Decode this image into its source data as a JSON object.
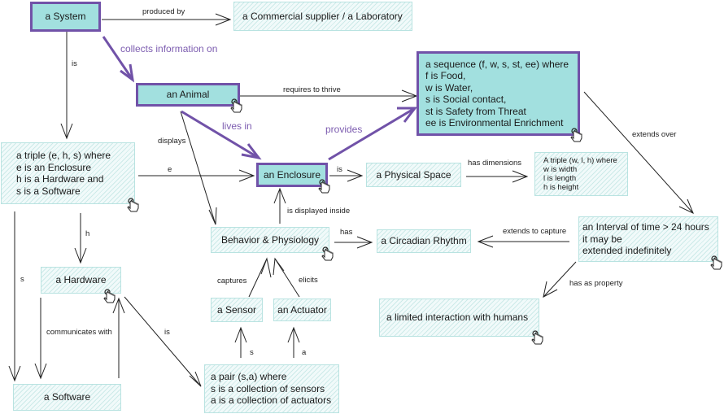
{
  "nodes": {
    "system": "a System",
    "supplier": "a Commercial supplier / a Laboratory",
    "animal": "an Animal",
    "sequence": "a sequence (f, w, s, st, ee) where\nf is Food,\nw is Water,\ns is Social contact,\nst is Safety from Threat\nee is Environmental Enrichment",
    "triple_ehs": "a triple (e, h, s) where\ne is an Enclosure\nh is a Hardware and\ns is a Software",
    "enclosure": "an Enclosure",
    "physical_space": "a Physical Space",
    "triple_wlh": "A triple (w, l, h) where\nw is width\nl is length\nh is height",
    "behavior": "Behavior & Physiology",
    "circadian": "a Circadian Rhythm",
    "interval": "an Interval of time > 24 hours\nit may be\nextended indefinitely",
    "hardware": "a Hardware",
    "sensor": "a Sensor",
    "actuator": "an Actuator",
    "limited": "a limited interaction with humans",
    "software": "a Software",
    "pair": "a pair (s,a) where\ns is a collection of sensors\na is a collection of actuators"
  },
  "edges": {
    "produced_by": "produced by",
    "collects_information_on": "collects information on",
    "system_is": "is",
    "requires_to_thrive": "requires to thrive",
    "lives_in": "lives in",
    "provides": "provides",
    "displays": "displays",
    "extends_over": "extends over",
    "e": "e",
    "enclosure_is": "is",
    "has_dimensions": "has dimensions",
    "is_displayed_inside": "is displayed inside",
    "h": "h",
    "has": "has",
    "extends_to_capture": "extends to capture",
    "s": "s",
    "captures": "captures",
    "elicits": "elicits",
    "has_as_property": "has as property",
    "communicates_with": "communicates with",
    "hardware_is": "is",
    "pair_s": "s",
    "pair_a": "a"
  },
  "colors": {
    "highlight_border": "#7152a8",
    "highlight_fill": "#a2e0df",
    "plain_border": "#b9e3e1",
    "highlight_edge": "#7152a8",
    "edge": "#222222",
    "highlight_label": "#7d5db0"
  }
}
